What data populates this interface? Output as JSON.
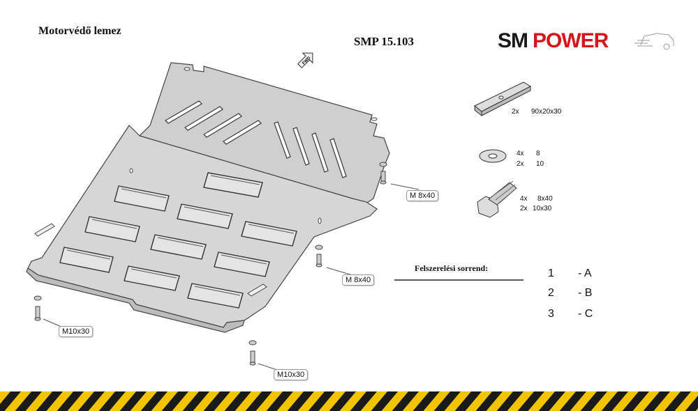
{
  "header": {
    "title": "Motorvédő lemez",
    "code": "SMP 15.103",
    "logo_text_sm": "SM",
    "logo_text_power": "POWER"
  },
  "fwd_label": "FWD",
  "hardware": [
    {
      "qty": "2x",
      "size": "90x20x30"
    },
    {
      "qty": "4x",
      "size": "8"
    },
    {
      "qty": "2x",
      "size": "10"
    },
    {
      "qty": "4x",
      "size": "8x40"
    },
    {
      "qty": "2x",
      "size": "10x30"
    }
  ],
  "bolt_labels": [
    "M 8x40",
    "M 8x40",
    "M10x30",
    "M10x30"
  ],
  "install": {
    "heading": "Felszerelési sorrend:",
    "steps": [
      {
        "num": "1",
        "letter": "- A"
      },
      {
        "num": "2",
        "letter": "- B"
      },
      {
        "num": "3",
        "letter": "- C"
      }
    ]
  },
  "colors": {
    "logo_dark": "#1a1a1a",
    "logo_red": "#d4161c",
    "stripe_yellow": "#f2c500",
    "plate": "#d8d8d8"
  }
}
